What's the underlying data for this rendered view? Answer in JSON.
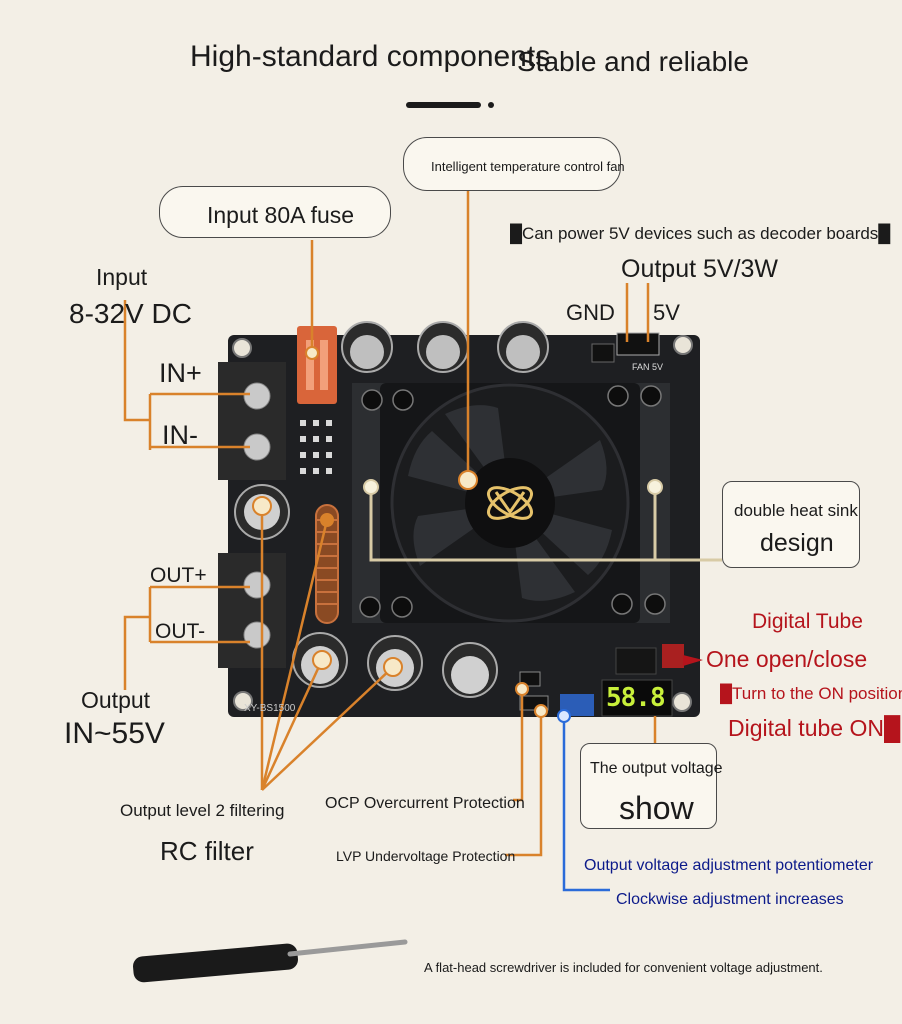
{
  "header": {
    "title_left": "High-standard components",
    "title_right": "Stable and reliable"
  },
  "callouts": {
    "fan": "Intelligent temperature control fan",
    "fuse": "Input 80A fuse",
    "power5v_note": "█Can power 5V devices such as decoder boards█",
    "output5v": "Output 5V/3W",
    "gnd": "GND",
    "v5": "5V",
    "input_label": "Input",
    "input_range": "8-32V DC",
    "in_plus": "IN+",
    "in_minus": "IN-",
    "heatsink_line1": "double heat sink",
    "heatsink_line2": "design",
    "out_plus": "OUT+",
    "out_minus": "OUT-",
    "output_label": "Output",
    "output_range": "IN~55V",
    "digital_tube": "Digital Tube",
    "one_open_close": "One open/close",
    "turn_on": "█Turn to the ON position",
    "tube_on": "Digital tube ON█",
    "voltage_show_line1": "The output voltage",
    "voltage_show_line2": "show",
    "filter_line1": "Output level 2 filtering",
    "filter_line2": "RC filter",
    "ocp": "OCP Overcurrent Protection",
    "lvp": "LVP Undervoltage Protection",
    "pot_line1": "Output voltage adjustment potentiometer",
    "pot_line2": "Clockwise adjustment increases",
    "screwdriver_note": "A flat-head screwdriver is included for convenient voltage adjustment."
  },
  "board": {
    "display_value": "58.8",
    "fan_label": "FAN 5V",
    "model": "XY-BS1500"
  },
  "colors": {
    "callout_line": "#d9822b",
    "potentiometer_line": "#2a6bd9",
    "red_text": "#b5141c",
    "blue_text": "#0c1a8a",
    "display_green": "#c8f03a",
    "board": "#1e1f22"
  }
}
